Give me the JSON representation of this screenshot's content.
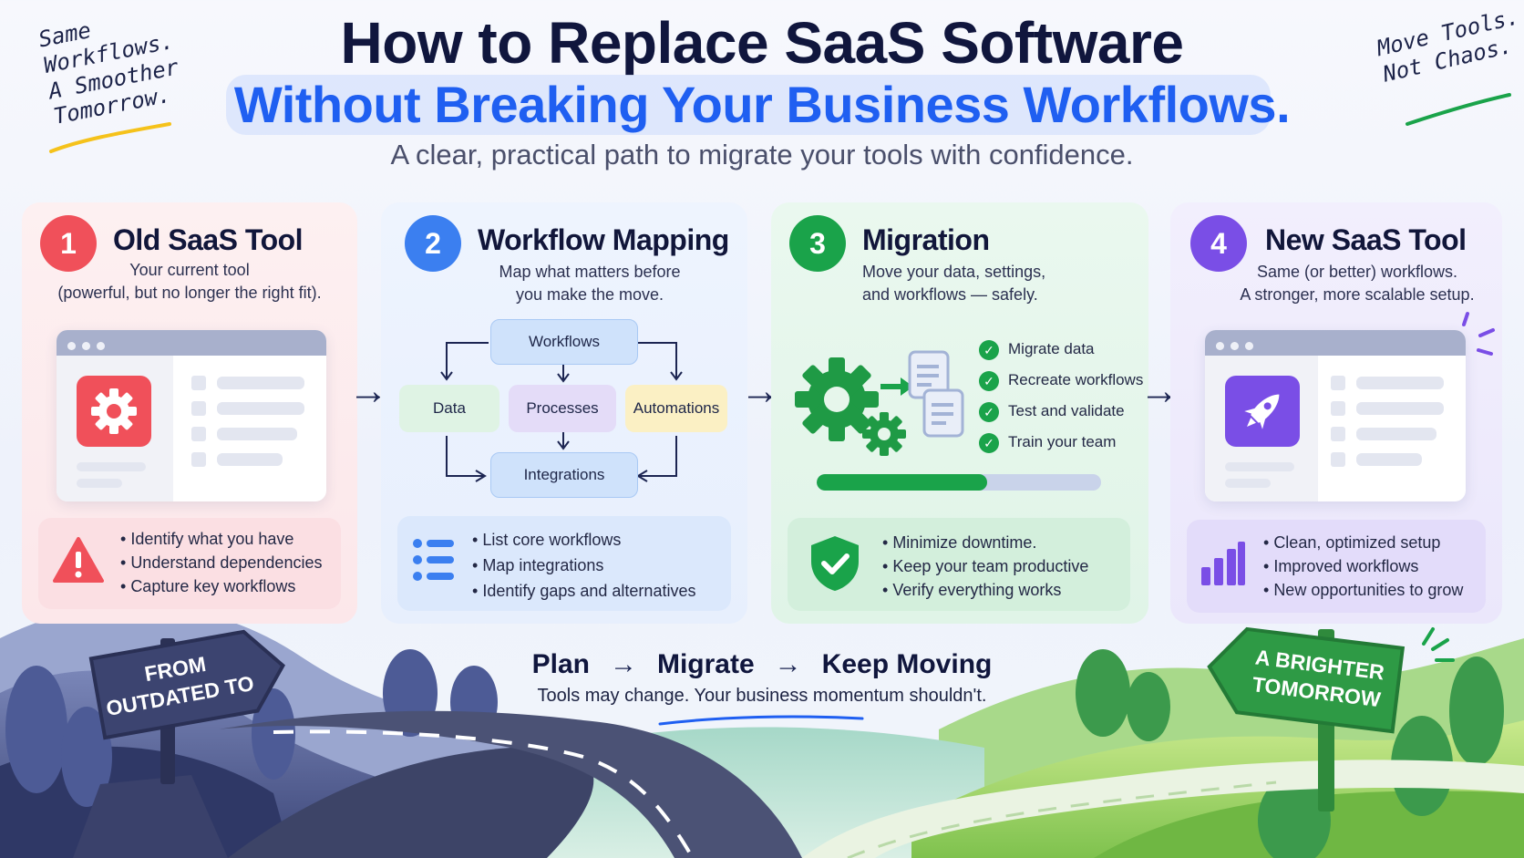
{
  "header": {
    "title_line1": "How to Replace SaaS Software",
    "title_line2": "Without Breaking Your Business Workflows.",
    "subtitle": "A clear, practical path to migrate your tools with confidence.",
    "note_left": [
      "Same",
      "Workflows.",
      "A Smoother",
      "Tomorrow."
    ],
    "note_right": [
      "Move Tools.",
      "Not Chaos."
    ]
  },
  "colors": {
    "title_blue": "#1f5ff1",
    "step1_red": "#f0505a",
    "step2_blue": "#3b7ff0",
    "step3_green": "#1aa34a",
    "step4_purple": "#7a4ee6"
  },
  "steps": [
    {
      "number": "1",
      "title": "Old SaaS Tool",
      "desc": [
        "Your current tool",
        "(powerful, but no longer the right fit)."
      ],
      "icon": "gear-icon",
      "bottom_icon": "warning-icon",
      "bullets": [
        "Identify what you have",
        "Understand dependencies",
        "Capture key workflows"
      ]
    },
    {
      "number": "2",
      "title": "Workflow Mapping",
      "desc": [
        "Map what matters before",
        "you make the move."
      ],
      "map_nodes": {
        "top": "Workflows",
        "left": "Data",
        "center": "Processes",
        "right": "Automations",
        "bottom": "Integrations"
      },
      "bottom_icon": "list-icon",
      "bullets": [
        "List core workflows",
        "Map integrations",
        "Identify gaps and alternatives"
      ]
    },
    {
      "number": "3",
      "title": "Migration",
      "desc": [
        "Move your data, settings,",
        "and workflows — safely."
      ],
      "icon": "gears-icon",
      "checklist": [
        "Migrate data",
        "Recreate workflows",
        "Test and validate",
        "Train your team"
      ],
      "progress": 0.6,
      "bottom_icon": "shield-check-icon",
      "bullets": [
        "Minimize downtime.",
        "Keep your team productive",
        "Verify everything works"
      ]
    },
    {
      "number": "4",
      "title": "New SaaS Tool",
      "desc": [
        "Same (or better) workflows.",
        "A stronger, more scalable setup."
      ],
      "icon": "rocket-icon",
      "bottom_icon": "bar-chart-icon",
      "bullets": [
        "Clean, optimized setup",
        "Improved workflows",
        "New opportunities to grow"
      ]
    }
  ],
  "footer": {
    "flow": [
      "Plan",
      "Migrate",
      "Keep Moving"
    ],
    "tagline": "Tools may change. Your business momentum shouldn't.",
    "sign_left": [
      "FROM",
      "OUTDATED TO"
    ],
    "sign_right": [
      "A BRIGHTER",
      "TOMORROW"
    ]
  }
}
